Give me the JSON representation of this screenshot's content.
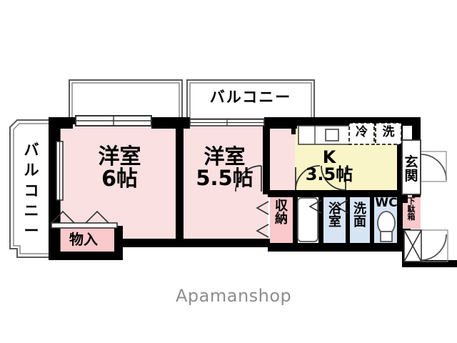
{
  "document": {
    "type": "floor-plan",
    "watermark": "Apamanshop",
    "background_color": "#ffffff"
  },
  "colors": {
    "room_pink": "#fbe0e1",
    "closet_pink": "#f9c9cb",
    "kitchen_yellow": "#f9f5c8",
    "water_blue": "#d7e4f4",
    "wall_black": "#000000",
    "thin_line": "#555555",
    "watermark_gray": "#8d8d8d"
  },
  "rooms": {
    "washitsu_left": {
      "name_line1": "洋室",
      "name_line2": "6帖",
      "fill": "#fbe0e1"
    },
    "washitsu_right": {
      "name_line1": "洋室",
      "name_line2": "5.5帖",
      "fill": "#fbe0e1"
    },
    "kitchen": {
      "name_line1": "K",
      "name_line2": "3.5帖",
      "fill": "#f9f5c8"
    },
    "closet_monoire": {
      "label": "物入",
      "fill": "#f9c9cb"
    },
    "closet_shuno": {
      "label": "収納",
      "fill": "#f9c9cb"
    },
    "bath": {
      "label": "浴室",
      "fill": "#d7e4f4"
    },
    "washbasin": {
      "label": "洗面",
      "fill": "#d7e4f4"
    },
    "toilet": {
      "label": "WC",
      "fill": "#d7e4f4"
    },
    "entrance": {
      "label": "玄関",
      "fill": "#ffffff"
    },
    "shoe_cabinet": {
      "label": "下駄箱",
      "fill": "#f9c9cb"
    }
  },
  "balconies": [
    {
      "label": "バルコニー",
      "position": "top",
      "orientation": "horizontal"
    },
    {
      "label": "バルコニー",
      "position": "left",
      "orientation": "vertical"
    }
  ],
  "appliance_markers": [
    {
      "label": "冷",
      "meaning": "refrigerator-space"
    },
    {
      "label": "洗",
      "meaning": "washing-machine-space"
    }
  ],
  "fixtures": {
    "sink": "kitchen-sink",
    "bathtub": "bathtub",
    "toilet_bowl": "toilet-bowl",
    "meter_box": "meter-box"
  }
}
